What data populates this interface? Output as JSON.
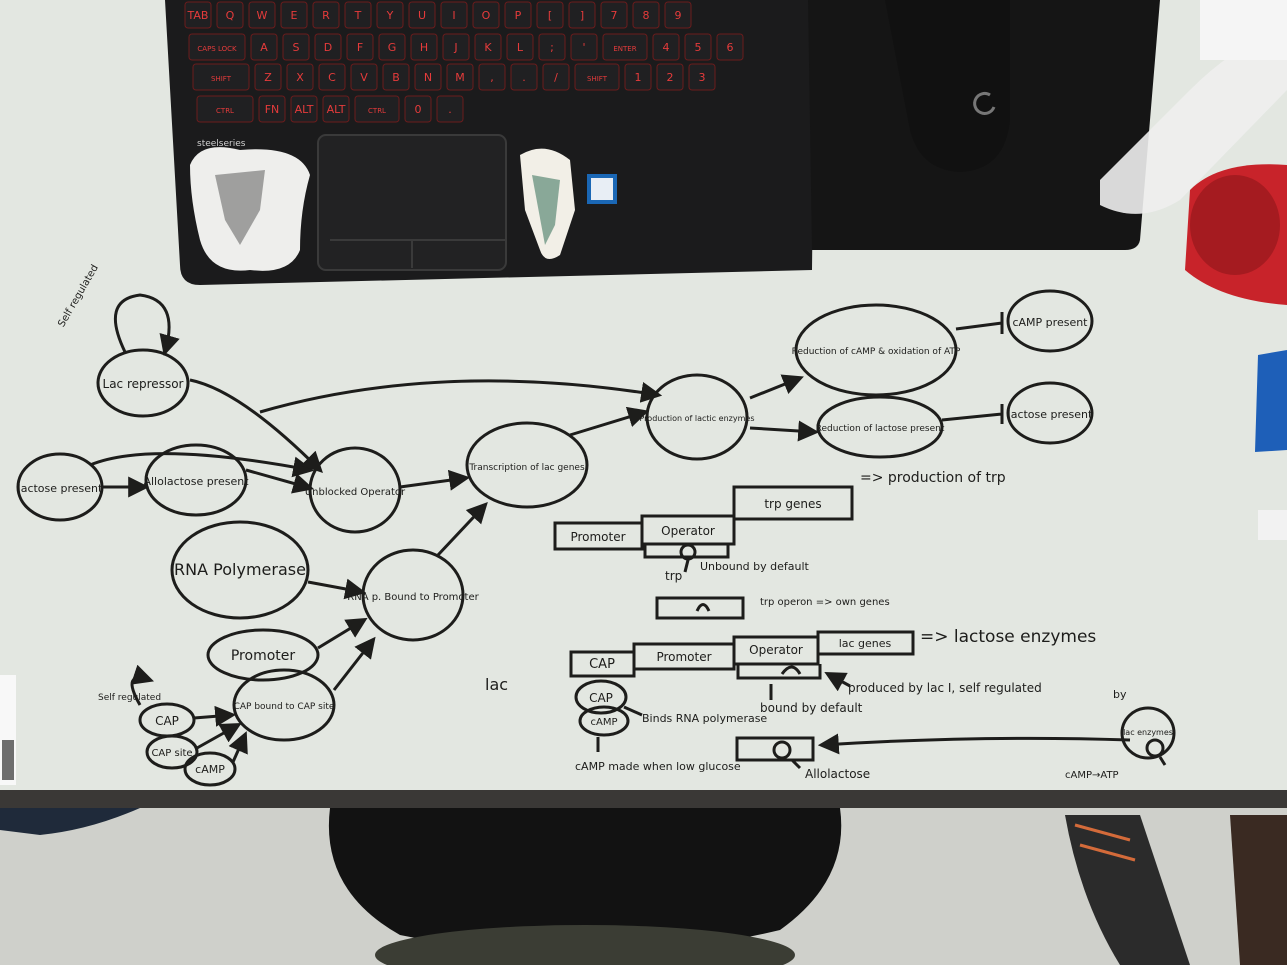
{
  "keyboard": {
    "row1": [
      "TAB",
      "Q",
      "W",
      "E",
      "R",
      "T",
      "Y",
      "U",
      "I",
      "O",
      "P",
      "[",
      "]",
      "7",
      "8",
      "9"
    ],
    "row2": [
      "CAPS LOCK",
      "A",
      "S",
      "D",
      "F",
      "G",
      "H",
      "J",
      "K",
      "L",
      ";",
      "'",
      "ENTER",
      "4",
      "5",
      "6"
    ],
    "row3": [
      "SHIFT",
      "Z",
      "X",
      "C",
      "V",
      "B",
      "N",
      "M",
      ",",
      ".",
      "/",
      "SHIFT",
      "1",
      "2",
      "3"
    ],
    "row4": [
      "CTRL",
      "FN",
      "ALT",
      "ALT",
      "CTRL",
      "0",
      "."
    ],
    "brand": "steelseries"
  },
  "diagram": {
    "nodes": {
      "self_regulated_top": "Self regulated",
      "lac_repressor": "Lac repressor",
      "lactose_present": "lactose present",
      "allolactose_present": "Allolactose present",
      "unblocked_operator": "Unblocked Operator",
      "transcription": "Transcription of lac genes",
      "production_enzymes": "Production of lactic enzymes",
      "reduction_camp": "Reduction of cAMP & oxidation of ATP",
      "camp_present": "cAMP present",
      "reduction_lactose": "Reduction of lactose present",
      "lactose_present_right": "lactose present",
      "rna_polymerase": "RNA Polymerase",
      "rna_bound": "RNA p. Bound to Promoter",
      "promoter": "Promoter",
      "cap_bound": "CAP bound to CAP site",
      "self_regulated_bottom": "Self regulated",
      "cap": "CAP",
      "cap_site": "CAP site",
      "camp": "cAMP"
    },
    "trp": {
      "promoter": "Promoter",
      "operator": "Operator",
      "genes": "trp genes",
      "arrow_text": "=> production of trp",
      "trp_label": "trp",
      "unbound": "Unbound by default",
      "trp_operon": "trp operon => own genes"
    },
    "lac": {
      "title": "lac",
      "cap": "CAP",
      "promoter": "Promoter",
      "operator": "Operator",
      "genes": "lac genes",
      "arrow_text": "=> lactose enzymes",
      "produced_by": "produced by lac I, self regulated",
      "bound_default": "bound by default",
      "cap_glyph": "CAP",
      "camp_glyph": "cAMP",
      "binds": "Binds RNA polymerase",
      "camp_note": "cAMP made when low glucose",
      "allolactose": "Allolactose",
      "lac_enzymes": "lac enzymes",
      "camp_atp": "cAMP→ATP",
      "by": "by"
    }
  }
}
